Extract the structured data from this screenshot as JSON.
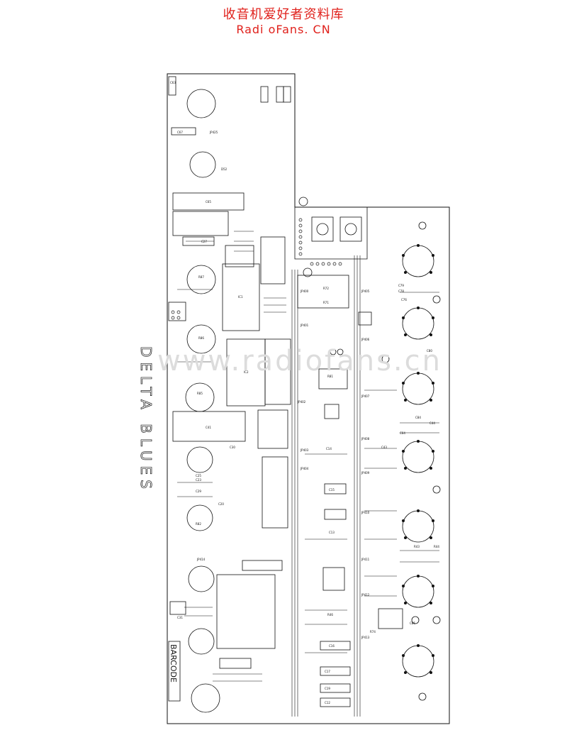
{
  "header": {
    "site_cn": "收音机爱好者资料库",
    "site_en": "Radi oFans. CN"
  },
  "watermark": "www.radiofans.cn",
  "board": {
    "product_title": "DELTA BLUES",
    "barcode_label": "BARCODE",
    "ink_color": "#111111"
  },
  "components": {
    "left": [
      "C63",
      "C67",
      "JP425",
      "D52",
      "C65",
      "C27",
      "R87",
      "R86",
      "R85",
      "C41",
      "C25",
      "C29",
      "C23",
      "R82",
      "C30",
      "C20",
      "C31"
    ],
    "center": [
      "R72",
      "R71",
      "IC1",
      "IC2",
      "R81",
      "C15",
      "C14",
      "C13",
      "C16",
      "C17",
      "C19",
      "C12",
      "R46",
      "R74"
    ],
    "right": [
      "C79",
      "C78",
      "C76",
      "C80",
      "C84",
      "C85",
      "C64",
      "C43",
      "C44",
      "R43",
      "R44"
    ],
    "jumpers": [
      "JP400",
      "JP401",
      "JP402",
      "JP403",
      "JP404",
      "JP405",
      "JP406",
      "JP407",
      "JP408",
      "JP409",
      "JP410",
      "JP411",
      "JP412",
      "JP413",
      "JP414"
    ]
  }
}
